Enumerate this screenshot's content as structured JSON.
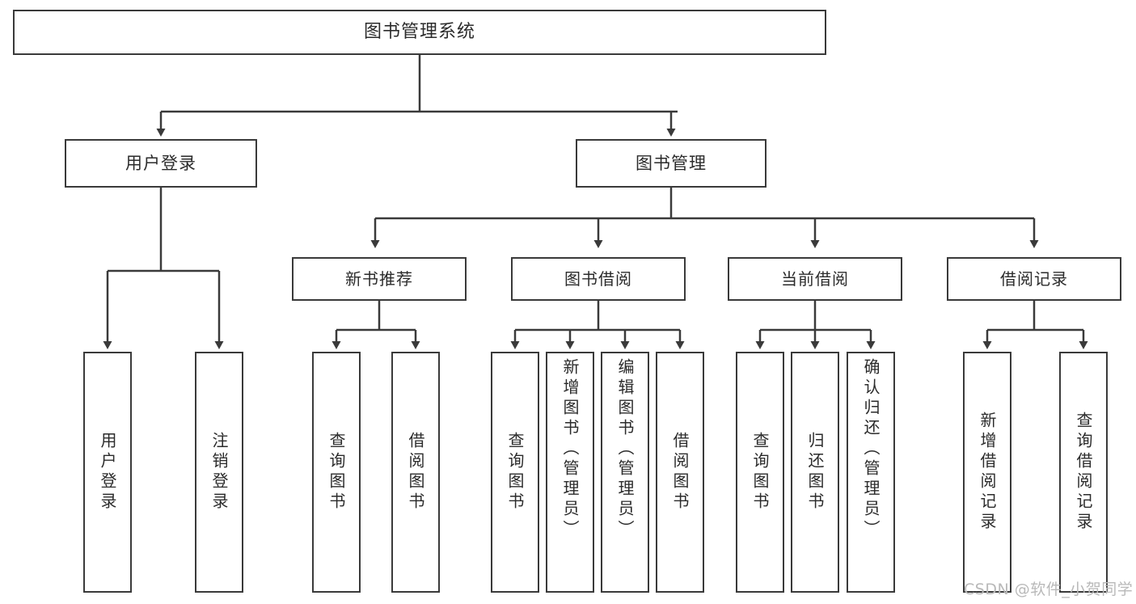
{
  "diagram": {
    "type": "tree-hierarchy",
    "title": "图书管理系统",
    "root": {
      "label": "图书管理系统"
    },
    "level2": [
      {
        "label": "用户登录"
      },
      {
        "label": "图书管理"
      }
    ],
    "level3": [
      {
        "label": "新书推荐"
      },
      {
        "label": "图书借阅"
      },
      {
        "label": "当前借阅"
      },
      {
        "label": "借阅记录"
      }
    ],
    "leaves": {
      "user_login": [
        {
          "label": "用户登录"
        },
        {
          "label": "注销登录"
        }
      ],
      "new_book_recommend": [
        {
          "label": "查询图书"
        },
        {
          "label": "借阅图书"
        }
      ],
      "book_borrow": [
        {
          "label": "查询图书"
        },
        {
          "label": "新增图书（管理员）"
        },
        {
          "label": "编辑图书（管理员）"
        },
        {
          "label": "借阅图书"
        }
      ],
      "current_borrow": [
        {
          "label": "查询图书"
        },
        {
          "label": "归还图书"
        },
        {
          "label": "确认归还（管理员）"
        }
      ],
      "borrow_record": [
        {
          "label": "新增借阅记录"
        },
        {
          "label": "查询借阅记录"
        }
      ]
    }
  },
  "watermark": {
    "text": "CSDN @软件_小贺同学"
  },
  "colors": {
    "stroke": "#3a3a3a",
    "background": "#ffffff",
    "text": "#2b2b2b",
    "watermark": "#b9b9b9"
  }
}
